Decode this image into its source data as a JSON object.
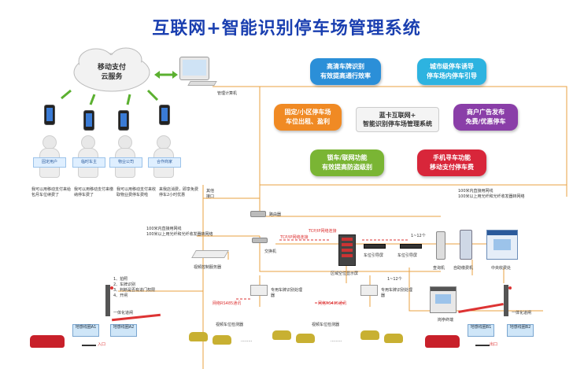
{
  "title": "互联网+智能识别停车场管理系统",
  "cloud": {
    "line1": "移动支付",
    "line2": "云服务"
  },
  "computer_label": "管理计算机",
  "users": [
    {
      "sign": "固定用户",
      "desc": "我可以用移动支付来给包月车位续费了"
    },
    {
      "sign": "临时车主",
      "desc": "我可以用移动支付来缴纳停车费了"
    },
    {
      "sign": "物业公司",
      "desc": "我可以用移动支付来收取物业费停车费啦"
    },
    {
      "sign": "合作商家",
      "desc": "来我店消费，即享免费停车2小时优惠"
    }
  ],
  "center": {
    "line1": "蓝卡互联网+",
    "line2": "智能识别停车场管理系统"
  },
  "bubbles": [
    {
      "line1": "高清车牌识别",
      "line2": "有效提高通行效率",
      "color": "#2b8fd8"
    },
    {
      "line1": "城市级停车诱导",
      "line2": "停车场内停车引导",
      "color": "#2db3e0"
    },
    {
      "line1": "固定/小区停车场",
      "line2": "车位出租、盈利",
      "color": "#f08a24"
    },
    {
      "line1": "商户广告发布",
      "line2": "免费/优惠停车",
      "color": "#8a3ea8"
    },
    {
      "line1": "锁车/联网功能",
      "line2": "有效提高防盗级别",
      "color": "#7ab534"
    },
    {
      "line1": "手机寻车功能",
      "line2": "移动支付停车费",
      "color": "#d8263a"
    }
  ],
  "network": {
    "ext_interface": "其他接口",
    "router": "路由器",
    "switch": "交换机",
    "net_note_left_1": "100米内直接用网线",
    "net_note_left_2": "100米以上用光纤和光纤收发器转网络",
    "net_note_right_1": "100米内直接用网线",
    "net_note_right_2": "100米以上用光纤和光纤收发器转网络",
    "tcp_left": "TCP/IP网络连接",
    "tcp_right": "TCP/IP网络连接"
  },
  "devices": {
    "video_server": "视频控制服务器",
    "area_display": "区域空位显示屏",
    "guide_screen_1": "车位引导屏",
    "guide_screen_2": "车位引导屏",
    "query_machine": "查询机",
    "payment_machine": "自助缴费机",
    "toll_center": "中央收费处",
    "plate_processor_1": "专用车牌识别处理器",
    "plate_processor_2": "专用车牌识别处理器",
    "video_detector_1": "视频车位检测器",
    "video_detector_2": "视频车位检测器",
    "booth": "岗亭终端",
    "network_cable_1": "网络RS485通讯",
    "network_cable_2": "网络RS485通讯",
    "one_to_n_1": "1~12个",
    "one_to_n_2": "1~12个"
  },
  "entry_steps": [
    "1、拍照",
    "2、车牌识别",
    "3、判断是否有进门权限",
    "4、开闸"
  ],
  "lanes": {
    "entry_gate": "一体化道闸",
    "exit_gate": "一体化道闸",
    "entry": "入口",
    "exit": "出口",
    "loop_a1": "地感线圈A1",
    "loop_a2": "地感线圈A2",
    "loop_b1": "地感线圈B1",
    "loop_b2": "地感线圈B2"
  },
  "dots": ".........",
  "colors": {
    "title": "#1a3fb0",
    "line": "#e8a040",
    "arrow": "#5bb030"
  }
}
